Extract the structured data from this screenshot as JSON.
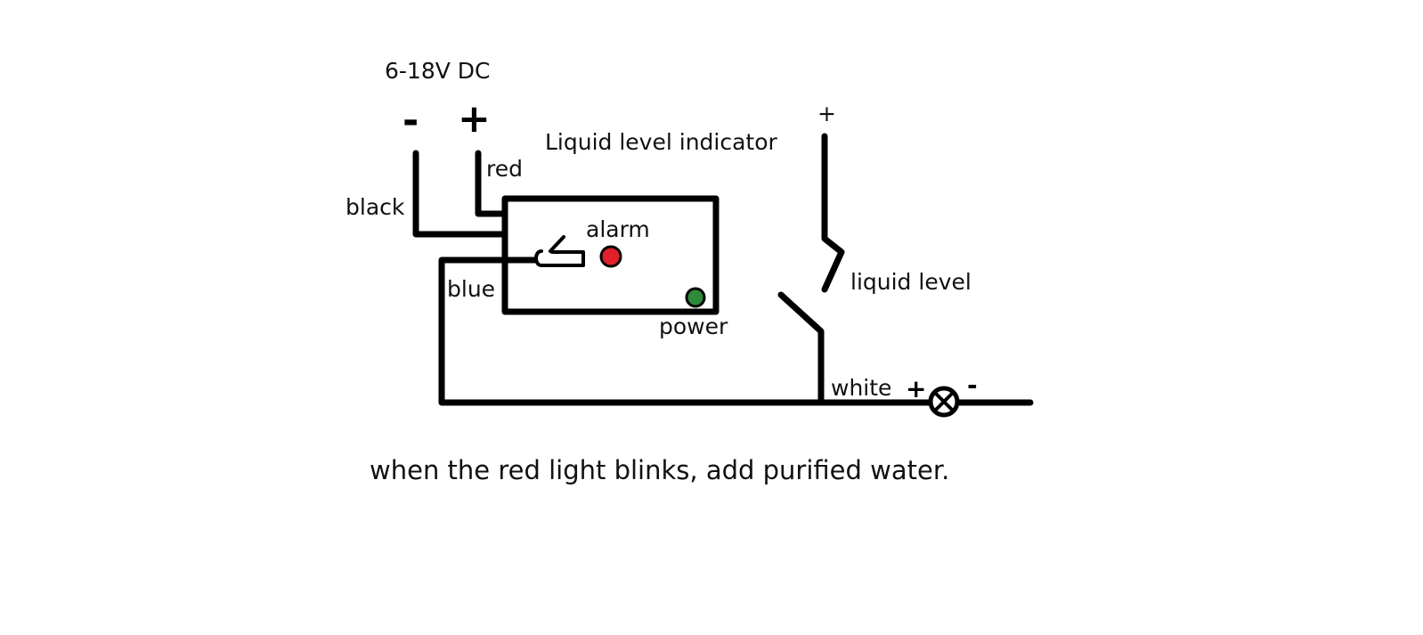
{
  "supply": {
    "voltage_label": "6-18V DC",
    "minus_symbol": "-",
    "plus_symbol": "+"
  },
  "wires": {
    "red": "red",
    "black": "black",
    "blue": "blue",
    "white": "white"
  },
  "indicator": {
    "title": "Liquid level indicator",
    "alarm_label": "alarm",
    "power_label": "power",
    "alarm_color": "#e0202a",
    "power_color": "#2e8b3a"
  },
  "float_switch": {
    "plus_symbol": "+",
    "label": "liquid level"
  },
  "load": {
    "plus_symbol": "+",
    "minus_symbol": "-",
    "icon": "lamp-icon"
  },
  "caption": "when the red light blinks, add purified water."
}
